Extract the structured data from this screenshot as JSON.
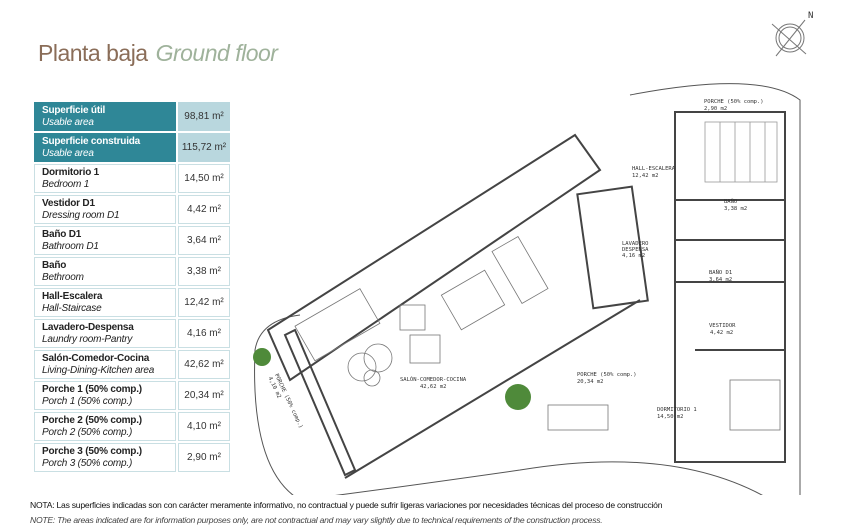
{
  "title": {
    "es": "Planta baja",
    "en": "Ground floor"
  },
  "colors": {
    "header_bg": "#2f8797",
    "header_value_bg": "#b9d7de",
    "border": "#c9dfe3",
    "title_es": "#8a6d58",
    "title_en": "#9fb29b"
  },
  "areas": [
    {
      "es": "Superficie útil",
      "en": "Usable area",
      "value": "98,81 m²",
      "header": true
    },
    {
      "es": "Superficie construida",
      "en": "Usable area",
      "value": "115,72 m²",
      "header": true
    },
    {
      "es": "Dormitorio 1",
      "en": "Bedroom 1",
      "value": "14,50 m²"
    },
    {
      "es": "Vestidor D1",
      "en": "Dressing room D1",
      "value": "4,42 m²"
    },
    {
      "es": "Baño D1",
      "en": "Bathroom D1",
      "value": "3,64 m²"
    },
    {
      "es": "Baño",
      "en": "Bethroom",
      "value": "3,38 m²"
    },
    {
      "es": "Hall-Escalera",
      "en": "Hall-Staircase",
      "value": "12,42 m²"
    },
    {
      "es": "Lavadero-Despensa",
      "en": "Laundry room-Pantry",
      "value": "4,16 m²"
    },
    {
      "es": "Salón-Comedor-Cocina",
      "en": "Living-Dining-Kitchen area",
      "value": "42,62 m²"
    },
    {
      "es": "Porche 1 (50% comp.)",
      "en": "Porch 1 (50% comp.)",
      "value": "20,34 m²"
    },
    {
      "es": "Porche 2 (50% comp.)",
      "en": "Porch 2 (50% comp.)",
      "value": "4,10 m²"
    },
    {
      "es": "Porche 3 (50% comp.)",
      "en": "Porch 3 (50% comp.)",
      "value": "2,90 m²"
    }
  ],
  "plan": {
    "compass": "N",
    "rooms": {
      "porche3": {
        "name": "PORCHE (50% comp.)",
        "area": "2,90 m2"
      },
      "hall": {
        "name": "HALL-ESCALERA",
        "area": "12,42 m2"
      },
      "bano": {
        "name": "BAÑO",
        "area": "3,38 m2"
      },
      "lavadero": {
        "name1": "LAVADERO",
        "name2": "DESPENSA",
        "area": "4,16 m2"
      },
      "banod1": {
        "name": "BAÑO D1",
        "area": "3,64 m2"
      },
      "vestidor": {
        "name": "VESTIDOR",
        "area": "4,42 m2"
      },
      "salon": {
        "name": "SALÓN-COMEDOR-COCINA",
        "area": "42,62 m2"
      },
      "porche1": {
        "name": "PORCHE (50% comp.)",
        "area": "20,34 m2"
      },
      "dormitorio": {
        "name": "DORMITORIO 1",
        "area": "14,50 m2"
      },
      "porche2": {
        "name": "PORCHE (50% comp.)",
        "area": "4,10 m2"
      }
    }
  },
  "notes": {
    "es": "NOTA: Las superficies indicadas son con carácter meramente informativo, no contractual y puede sufrir ligeras variaciones por necesidades técnicas del proceso de construcción",
    "en": "NOTE: The areas indicated are for information purposes only, are not contractual and may vary slightly due to technical requirements of the construction process."
  }
}
